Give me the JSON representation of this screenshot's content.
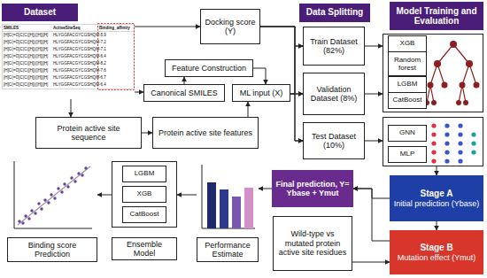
{
  "diagram": {
    "nodes": [
      {
        "text": [
          "Dataset"
        ]
      },
      {
        "text": [
          "Docking score (Y)"
        ]
      },
      {
        "text": [
          "Feature Construction"
        ]
      },
      {
        "text": [
          "Canonical SMILES"
        ]
      },
      {
        "text": [
          "ML input (X)"
        ]
      },
      {
        "text": [
          "Protein active site sequence"
        ]
      },
      {
        "text": [
          "Protein active site features"
        ]
      },
      {
        "text": [
          "Data Splitting"
        ]
      },
      {
        "text": [
          "Train Dataset (82%)"
        ]
      },
      {
        "text": [
          "Validation Dataset (8%)"
        ]
      },
      {
        "text": [
          "Test Dataset (10%)"
        ]
      },
      {
        "text": [
          "Model Training and Evaluation"
        ]
      },
      {
        "text": [
          "XGB"
        ],
        "in": 11
      },
      {
        "text": [
          "Random forest"
        ],
        "in": 11
      },
      {
        "text": [
          "LGBM"
        ],
        "in": 11
      },
      {
        "text": [
          "CatBoost"
        ],
        "in": 11
      },
      {
        "text": [
          "GNN"
        ],
        "in": 11
      },
      {
        "text": [
          "MLP"
        ],
        "in": 11
      },
      {
        "text": [
          "Stage A",
          "Initial prediction (Ybase)"
        ]
      },
      {
        "text": [
          "Stage B",
          "Mutation effect (Ymut)"
        ]
      },
      {
        "text": [
          "Final prediction, Y= Ybase + Ymut"
        ]
      },
      {
        "text": [
          "Wild-type vs mutated protein active site residues"
        ]
      },
      {
        "text": [
          "Performance Estimate"
        ]
      },
      {
        "text": [
          "Ensemble Model"
        ]
      },
      {
        "text": [
          "LGBM"
        ],
        "in": 23
      },
      {
        "text": [
          "XGB"
        ],
        "in": 23
      },
      {
        "text": [
          "CatBoost"
        ],
        "in": 23
      },
      {
        "text": [
          "Binding score Prediction"
        ]
      }
    ],
    "edges": [
      {
        "from": 0,
        "to": 1,
        "arrow": "to"
      },
      {
        "from": 0,
        "to": 3,
        "arrow": "to"
      },
      {
        "from": 3,
        "to": 2,
        "arrow": "to"
      },
      {
        "from": 2,
        "to": 4,
        "arrow": "to"
      },
      {
        "from": 0,
        "to": 5,
        "arrow": "to"
      },
      {
        "from": 5,
        "to": 6,
        "arrow": "to"
      },
      {
        "from": 6,
        "to": 4,
        "arrow": "to"
      },
      {
        "from": 1,
        "to": 8,
        "arrow": "to"
      },
      {
        "from": 1,
        "to": 9,
        "arrow": "to"
      },
      {
        "from": 1,
        "to": 10,
        "arrow": "to"
      },
      {
        "from": 4,
        "to": 8,
        "arrow": "to"
      },
      {
        "from": 4,
        "to": 9,
        "arrow": "to"
      },
      {
        "from": 4,
        "to": 10,
        "arrow": "to"
      },
      {
        "from": 8,
        "to": 11,
        "arrow": "to"
      },
      {
        "from": 9,
        "to": 11,
        "arrow": "to"
      },
      {
        "from": 10,
        "to": 11,
        "arrow": "to"
      },
      {
        "from": 11,
        "to": 18,
        "arrow": "to"
      },
      {
        "from": 18,
        "to": 19,
        "arrow": "to"
      },
      {
        "from": 18,
        "to": 20,
        "arrow": "to"
      },
      {
        "from": 19,
        "to": 20,
        "arrow": "to"
      },
      {
        "from": 21,
        "to": 19,
        "arrow": "to"
      },
      {
        "from": 20,
        "to": 22,
        "arrow": "to"
      },
      {
        "from": 22,
        "to": 23,
        "arrow": "to"
      },
      {
        "from": 23,
        "to": 27,
        "arrow": "to"
      }
    ],
    "labels": [
      "SMILES",
      "ActiveSiteSeq",
      "Binding_affinity",
      "[H]C(=O)C(C([H])([H])[H]",
      "HLYGGFACGYCGSHQM",
      "-5.9",
      "[H]C(=O)C(C([H])([H])[H]",
      "HLYGGFACGYCGSHQM",
      "-7.2",
      "[H]C(=O)C(C([H])([H])[H]",
      "HLYGGFACGYCGSHQM",
      "-7.1",
      "[H]C(=O)C(C([H])([H])[H]",
      "HLYGGFACGYCGSHQM",
      "-6.4",
      "[H]C(=O)C(C([H])([H])[H]",
      "HLYGGFACGYCGSHQM",
      "-8.2",
      "[H]C(=O)C(C([H])([H])[H]",
      "HLYGGFACGYCGSHQM",
      "-7.6",
      "[H]C(=O)C(C([H])([H])[H]",
      "HLYGGFACGYCGSHQM",
      "-6.7",
      "[H]C(=O)C(C([H])([H])[H]",
      "HLYGGFACGYCGSHQM",
      "-6.4"
    ]
  }
}
